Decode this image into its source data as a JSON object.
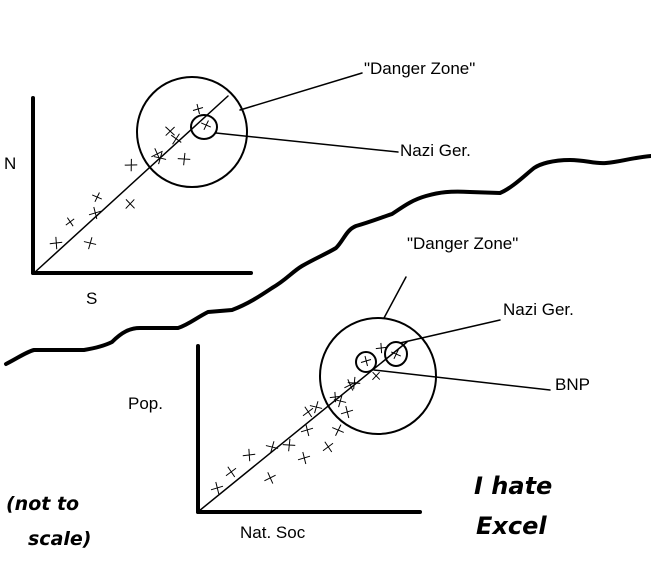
{
  "colors": {
    "ink": "#000000",
    "paper": "#ffffff"
  },
  "top_chart": {
    "y_axis_label": "N",
    "x_axis_label": "S",
    "callouts": {
      "zone": "\"Danger Zone\"",
      "nazi": "Nazi Ger."
    }
  },
  "bottom_chart": {
    "y_axis_label": "Pop.",
    "x_axis_label": "Nat. Soc",
    "callouts": {
      "zone": "\"Danger Zone\"",
      "nazi": "Nazi Ger.",
      "bnp": "BNP"
    }
  },
  "notes": {
    "left_line1": "(not to",
    "left_line2": "scale)",
    "right_line1": "I hate",
    "right_line2": "Excel"
  }
}
